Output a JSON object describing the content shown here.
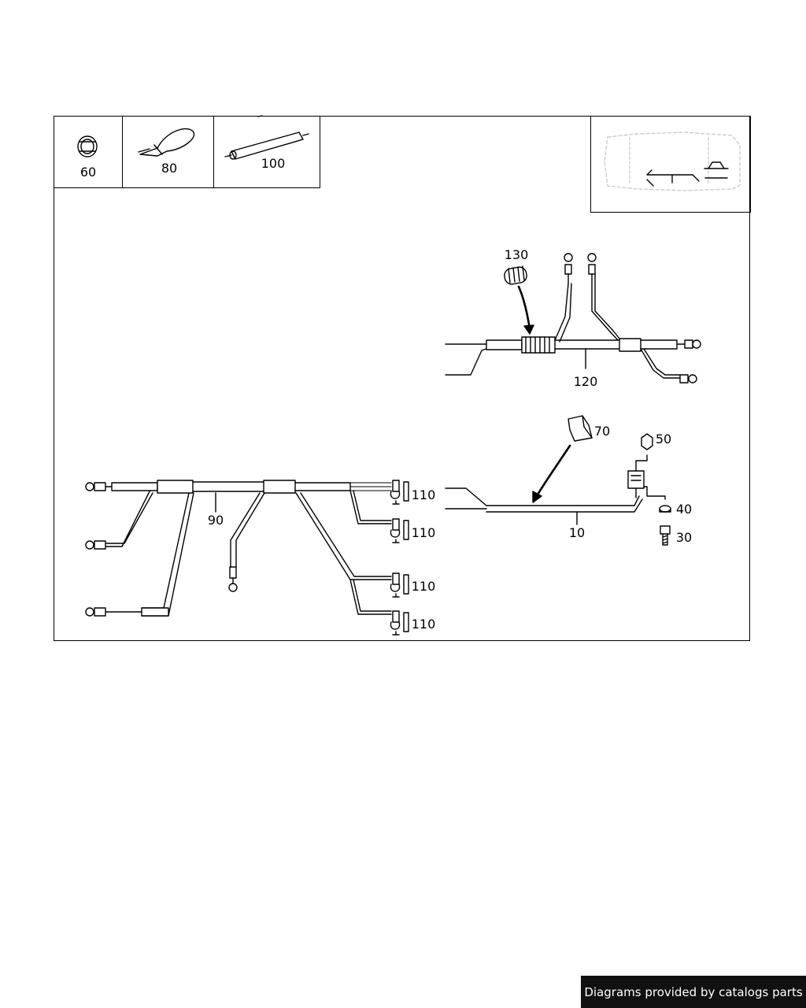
{
  "legend": {
    "items": [
      {
        "label": "60",
        "icon": "cable-grommet-icon"
      },
      {
        "label": "80",
        "icon": "cable-tie-icon"
      },
      {
        "label": "100",
        "icon": "protective-sleeve-icon"
      }
    ]
  },
  "callouts": {
    "p130": "130",
    "p120": "120",
    "p70": "70",
    "p50": "50",
    "p40": "40",
    "p30": "30",
    "p10": "10",
    "p90": "90",
    "p110": [
      "110",
      "110",
      "110",
      "110"
    ]
  },
  "footer": {
    "credit": "Diagrams provided by catalogs parts"
  },
  "colors": {
    "line": "#000000",
    "background": "#ffffff",
    "credit_bg": "#111111",
    "credit_text": "#ffffff",
    "car_outline": "#cccccc"
  }
}
